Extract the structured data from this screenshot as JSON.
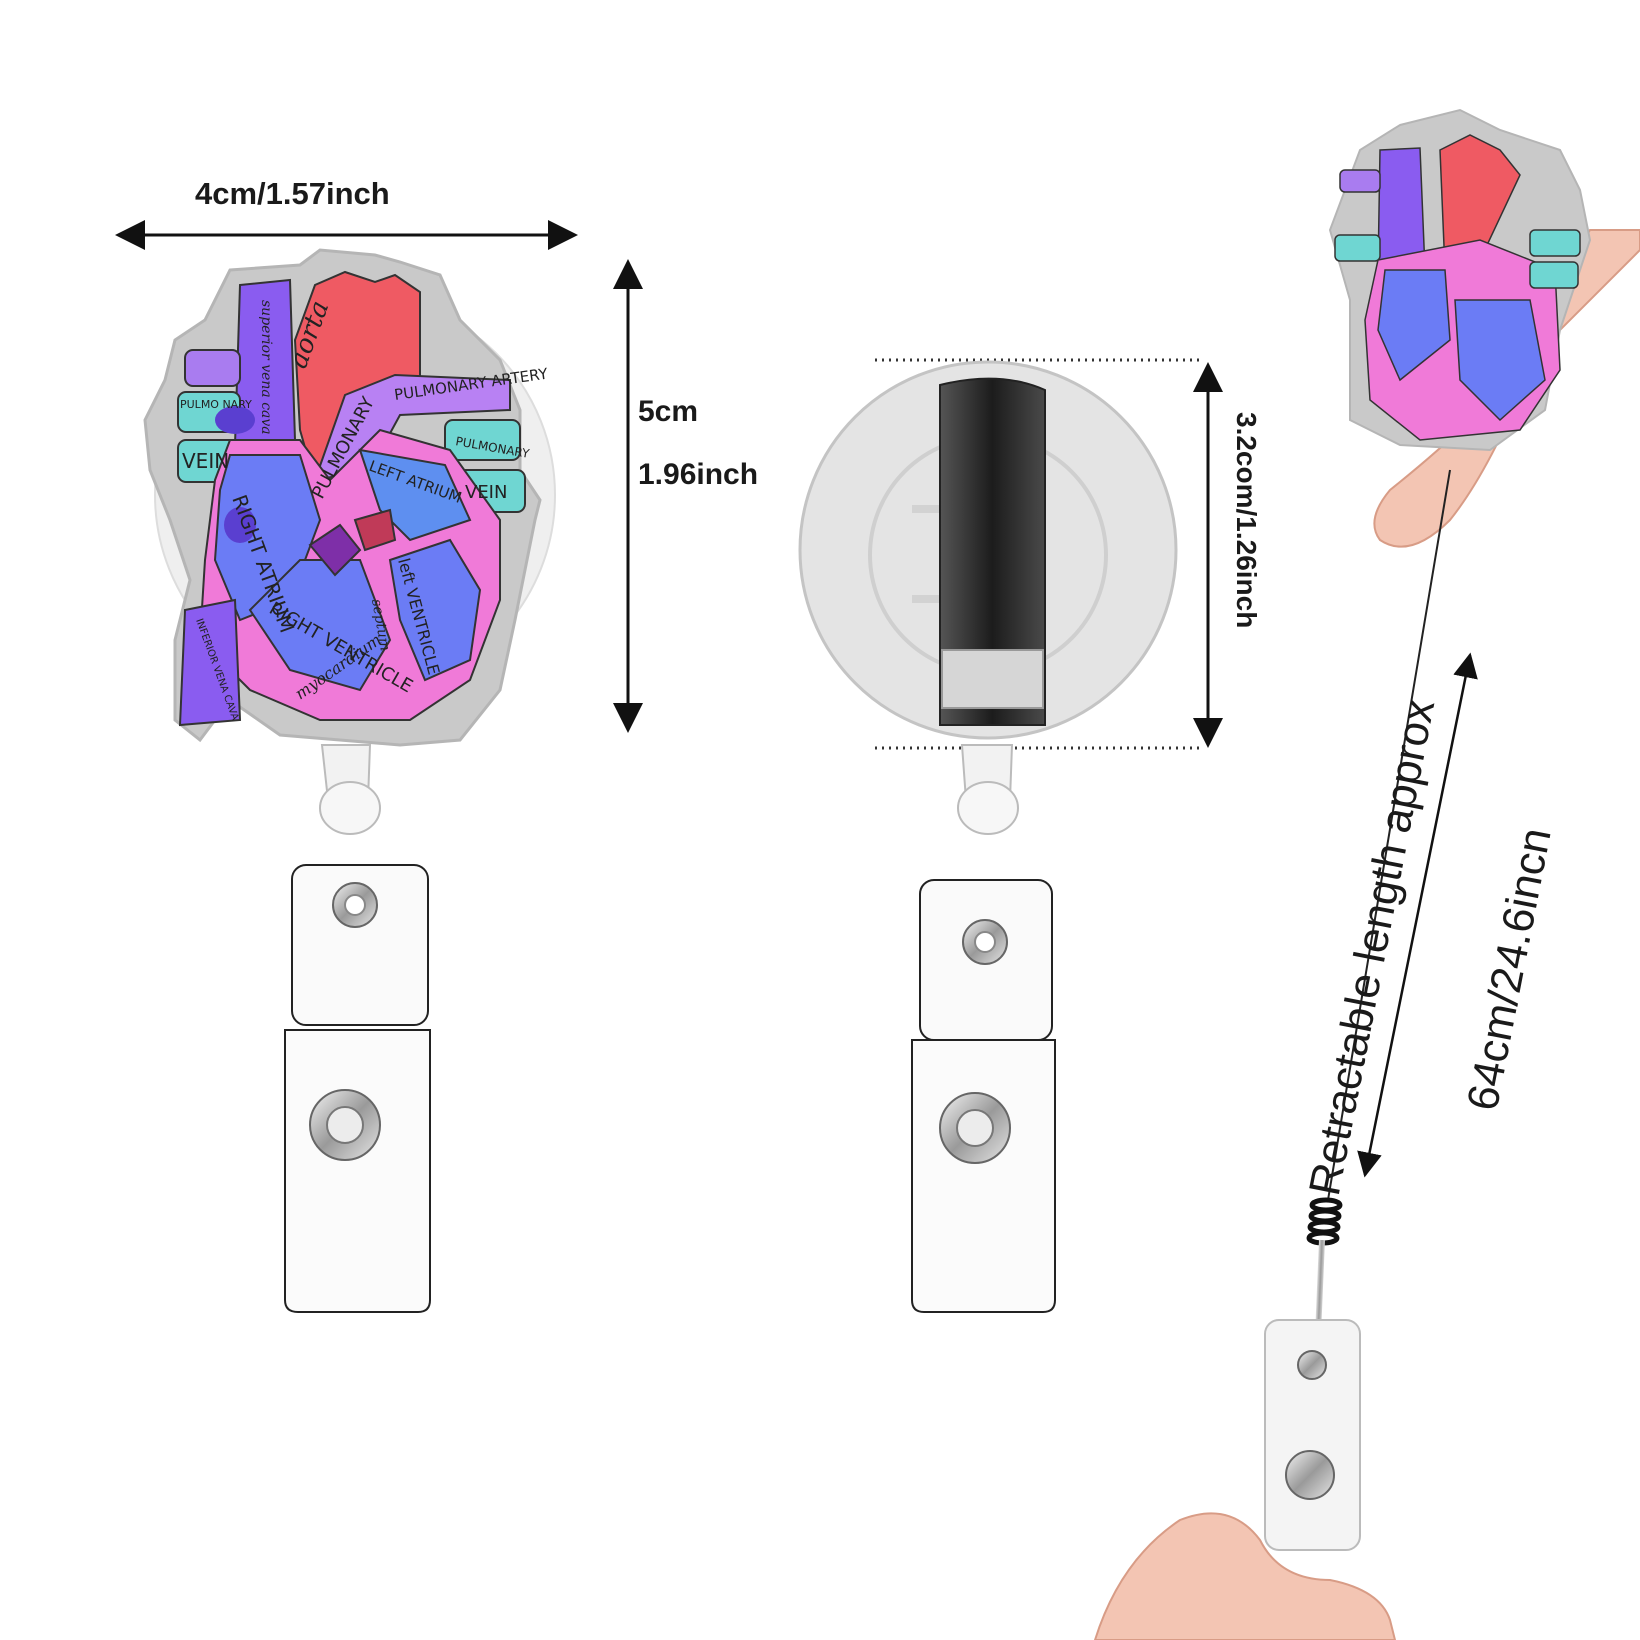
{
  "dimensions": {
    "width_label": "4cm/1.57inch",
    "height_cm_label": "5cm",
    "height_inch_label": "1.96inch",
    "back_diameter_label": "3.2com/1.26inch",
    "retract_caption": "Retractable length approx",
    "retract_value": "64cm/24.6incn"
  },
  "heart_labels": {
    "aorta": "aorta",
    "superior_vena_cava": "superior vena cava",
    "pulmonary_artery": "PULMONARY ARTERY",
    "pulmonary_vein_left": "PULMO NARY",
    "vein_left": "VEIN",
    "pulmonary_right": "PULMONARY",
    "vein_right": "VEIN",
    "pulmonary_main": "PULMONARY",
    "left_atrium": "LEFT ATRIUM",
    "right_atrium": "RIGHT ATRIUM",
    "right_ventricle": "RIGHT VENTRICLE",
    "left_ventricle": "left VENTRICLE",
    "septum": "septum",
    "myocardium": "myocardium",
    "inferior_vena_cava": "INFERIOR VENA CAVA"
  },
  "colors": {
    "glitter": "#c9c9c9",
    "aorta_red": "#ef5a63",
    "purple": "#8a5cf0",
    "teal": "#6fd6d2",
    "blue": "#6b7cf5",
    "pink": "#f07ad8",
    "clip_gray": "#d9d9d9",
    "back_black": "#2a2a2a",
    "skin": "#f3c5b3"
  }
}
